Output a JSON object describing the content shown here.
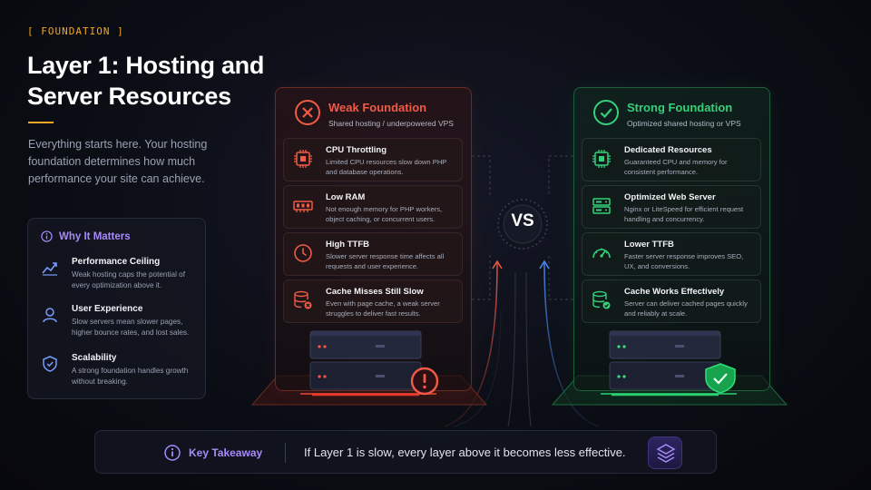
{
  "tag": "[ FOUNDATION ]",
  "title": "Layer 1: Hosting and Server Resources",
  "intro": "Everything starts here. Your hosting foundation determines how much performance your site can achieve.",
  "why": {
    "heading": "Why It Matters",
    "items": [
      {
        "title": "Performance Ceiling",
        "desc": "Weak hosting caps the potential of every optimization above it.",
        "icon": "chart-up-icon"
      },
      {
        "title": "User Experience",
        "desc": "Slow servers mean slower pages, higher bounce rates, and lost sales.",
        "icon": "user-icon"
      },
      {
        "title": "Scalability",
        "desc": "A strong foundation handles growth without breaking.",
        "icon": "shield-check-icon"
      }
    ]
  },
  "weak": {
    "title": "Weak Foundation",
    "subtitle": "Shared hosting / underpowered VPS",
    "accent": "#f05a46",
    "cards": [
      {
        "title": "CPU Throttling",
        "desc": "Limited CPU resources slow down PHP and database operations.",
        "icon": "cpu-icon"
      },
      {
        "title": "Low RAM",
        "desc": "Not enough memory for PHP workers, object caching, or concurrent users.",
        "icon": "ram-icon"
      },
      {
        "title": "High TTFB",
        "desc": "Slower server response time affects all requests and user experience.",
        "icon": "clock-icon"
      },
      {
        "title": "Cache Misses Still Slow",
        "desc": "Even with page cache, a weak server struggles to deliver fast results.",
        "icon": "database-x-icon"
      }
    ]
  },
  "strong": {
    "title": "Strong Foundation",
    "subtitle": "Optimized shared hosting or VPS",
    "accent": "#36d07a",
    "cards": [
      {
        "title": "Dedicated Resources",
        "desc": "Guaranteed CPU and memory for consistent performance.",
        "icon": "cpu-icon"
      },
      {
        "title": "Optimized Web Server",
        "desc": "Nginx or LiteSpeed for efficient request handling and concurrency.",
        "icon": "server-icon"
      },
      {
        "title": "Lower TTFB",
        "desc": "Faster server response improves SEO, UX, and conversions.",
        "icon": "speedometer-icon"
      },
      {
        "title": "Cache Works Effectively",
        "desc": "Server can deliver cached pages quickly and reliably at scale.",
        "icon": "database-check-icon"
      }
    ]
  },
  "vs": "VS",
  "takeaway": {
    "label": "Key Takeaway",
    "text": "If Layer 1 is slow, every layer above it becomes less effective."
  }
}
